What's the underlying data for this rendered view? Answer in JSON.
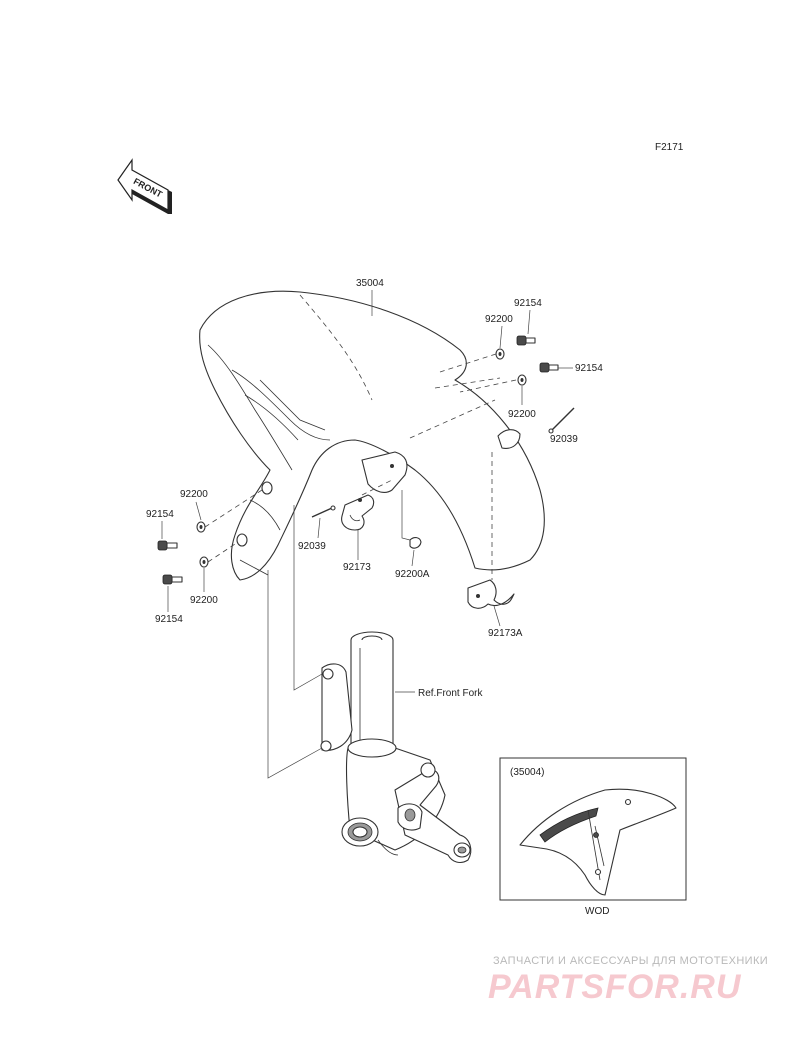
{
  "figure_code": "F2171",
  "front_label": "FRONT",
  "parts": {
    "fender": "35004",
    "bolt_a": "92154",
    "bolt_b": "92154",
    "bolt_c": "92154",
    "bolt_d": "92154",
    "washer_a": "92200",
    "washer_b": "92200",
    "washer_c": "92200",
    "washer_d": "92200",
    "clamp_pin_a": "92039",
    "clamp_pin_b": "92039",
    "clamp_a": "92173",
    "clamp_b": "92173A",
    "washer_e": "92200A"
  },
  "reference": "Ref.Front Fork",
  "inset": {
    "part": "(35004)",
    "variant": "WOD"
  },
  "watermark": {
    "tagline": "ЗАПЧАСТИ И АКСЕССУАРЫ ДЛЯ МОТОТЕХНИКИ",
    "brand": "PARTSFOR.RU"
  }
}
